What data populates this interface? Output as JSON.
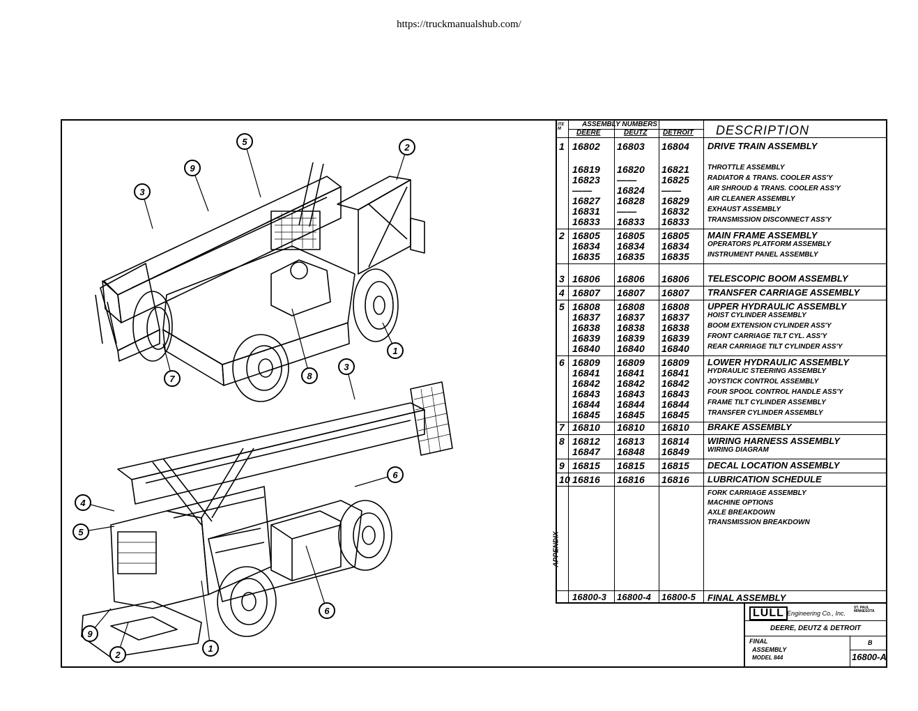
{
  "header": {
    "url": "https://truckmanualshub.com/"
  },
  "table": {
    "group_header": "ASSEMBLY NUMBERS",
    "col_item": "ITEM",
    "col_deere": "DEERE",
    "col_deutz": "DEUTZ",
    "col_detroit": "DETROIT",
    "col_description": "DESCRIPTION",
    "rows": [
      {
        "item": "1",
        "deere": "16802",
        "deutz": "16803",
        "detroit": "16804",
        "desc": "DRIVE TRAIN ASSEMBLY",
        "main": true
      },
      {
        "item": "",
        "deere": "16819",
        "deutz": "16820",
        "detroit": "16821",
        "desc": "THROTTLE ASSEMBLY",
        "main": false
      },
      {
        "item": "",
        "deere": "16823",
        "deutz": "——",
        "detroit": "16825",
        "desc": "RADIATOR & TRANS. COOLER ASS'Y",
        "main": false
      },
      {
        "item": "",
        "deere": "——",
        "deutz": "16824",
        "detroit": "——",
        "desc": "AIR SHROUD & TRANS. COOLER ASS'Y",
        "main": false
      },
      {
        "item": "",
        "deere": "16827",
        "deutz": "16828",
        "detroit": "16829",
        "desc": "AIR CLEANER ASSEMBLY",
        "main": false
      },
      {
        "item": "",
        "deere": "16831",
        "deutz": "——",
        "detroit": "16832",
        "desc": "EXHAUST ASSEMBLY",
        "main": false
      },
      {
        "item": "",
        "deere": "16833",
        "deutz": "16833",
        "detroit": "16833",
        "desc": "TRANSMISSION DISCONNECT ASS'Y",
        "main": false
      },
      {
        "item": "2",
        "deere": "16805",
        "deutz": "16805",
        "detroit": "16805",
        "desc": "MAIN FRAME ASSEMBLY",
        "main": true
      },
      {
        "item": "",
        "deere": "16834",
        "deutz": "16834",
        "detroit": "16834",
        "desc": "OPERATORS PLATFORM ASSEMBLY",
        "main": false
      },
      {
        "item": "",
        "deere": "16835",
        "deutz": "16835",
        "detroit": "16835",
        "desc": "INSTRUMENT PANEL ASSEMBLY",
        "main": false
      },
      {
        "item": "3",
        "deere": "16806",
        "deutz": "16806",
        "detroit": "16806",
        "desc": "TELESCOPIC BOOM ASSEMBLY",
        "main": true
      },
      {
        "item": "4",
        "deere": "16807",
        "deutz": "16807",
        "detroit": "16807",
        "desc": "TRANSFER CARRIAGE ASSEMBLY",
        "main": true
      },
      {
        "item": "5",
        "deere": "16808",
        "deutz": "16808",
        "detroit": "16808",
        "desc": "UPPER HYDRAULIC ASSEMBLY",
        "main": true
      },
      {
        "item": "",
        "deere": "16837",
        "deutz": "16837",
        "detroit": "16837",
        "desc": "HOIST CYLINDER ASSEMBLY",
        "main": false
      },
      {
        "item": "",
        "deere": "16838",
        "deutz": "16838",
        "detroit": "16838",
        "desc": "BOOM EXTENSION CYLINDER ASS'Y",
        "main": false
      },
      {
        "item": "",
        "deere": "16839",
        "deutz": "16839",
        "detroit": "16839",
        "desc": "FRONT CARRIAGE TILT CYL. ASS'Y",
        "main": false
      },
      {
        "item": "",
        "deere": "16840",
        "deutz": "16840",
        "detroit": "16840",
        "desc": "REAR CARRIAGE TILT CYLINDER ASS'Y",
        "main": false
      },
      {
        "item": "6",
        "deere": "16809",
        "deutz": "16809",
        "detroit": "16809",
        "desc": "LOWER HYDRAULIC ASSEMBLY",
        "main": true
      },
      {
        "item": "",
        "deere": "16841",
        "deutz": "16841",
        "detroit": "16841",
        "desc": "HYDRAULIC STEERING ASSEMBLY",
        "main": false
      },
      {
        "item": "",
        "deere": "16842",
        "deutz": "16842",
        "detroit": "16842",
        "desc": "JOYSTICK CONTROL ASSEMBLY",
        "main": false
      },
      {
        "item": "",
        "deere": "16843",
        "deutz": "16843",
        "detroit": "16843",
        "desc": "FOUR SPOOL CONTROL HANDLE ASS'Y",
        "main": false
      },
      {
        "item": "",
        "deere": "16844",
        "deutz": "16844",
        "detroit": "16844",
        "desc": "FRAME TILT CYLINDER ASSEMBLY",
        "main": false
      },
      {
        "item": "",
        "deere": "16845",
        "deutz": "16845",
        "detroit": "16845",
        "desc": "TRANSFER CYLINDER ASSEMBLY",
        "main": false
      },
      {
        "item": "7",
        "deere": "16810",
        "deutz": "16810",
        "detroit": "16810",
        "desc": "BRAKE ASSEMBLY",
        "main": true
      },
      {
        "item": "8",
        "deere": "16812",
        "deutz": "16813",
        "detroit": "16814",
        "desc": "WIRING HARNESS ASSEMBLY",
        "main": true
      },
      {
        "item": "",
        "deere": "16847",
        "deutz": "16848",
        "detroit": "16849",
        "desc": "WIRING DIAGRAM",
        "main": false
      },
      {
        "item": "9",
        "deere": "16815",
        "deutz": "16815",
        "detroit": "16815",
        "desc": "DECAL LOCATION ASSEMBLY",
        "main": true
      },
      {
        "item": "10",
        "deere": "16816",
        "deutz": "16816",
        "detroit": "16816",
        "desc": "LUBRICATION SCHEDULE",
        "main": true
      }
    ],
    "appendix_label": "APPENDIX",
    "appendix_items": [
      "FORK CARRIAGE ASSEMBLY",
      "MACHINE OPTIONS",
      "AXLE BREAKDOWN",
      "TRANSMISSION BREAKDOWN"
    ],
    "final": {
      "deere": "16800-3",
      "deutz": "16800-4",
      "detroit": "16800-5",
      "desc": "FINAL ASSEMBLY"
    }
  },
  "title_block": {
    "logo": "LULL",
    "company": "Engineering Co., Inc.",
    "city": "ST. PAUL MINNESOTA",
    "engines": "DEERE, DEUTZ & DETROIT",
    "drawing_title_1": "FINAL",
    "drawing_title_2": "ASSEMBLY",
    "model": "MODEL 844",
    "size": "B",
    "drawing_number": "16800-A"
  },
  "callouts": [
    "1",
    "2",
    "3",
    "4",
    "5",
    "6",
    "7",
    "8",
    "9"
  ]
}
